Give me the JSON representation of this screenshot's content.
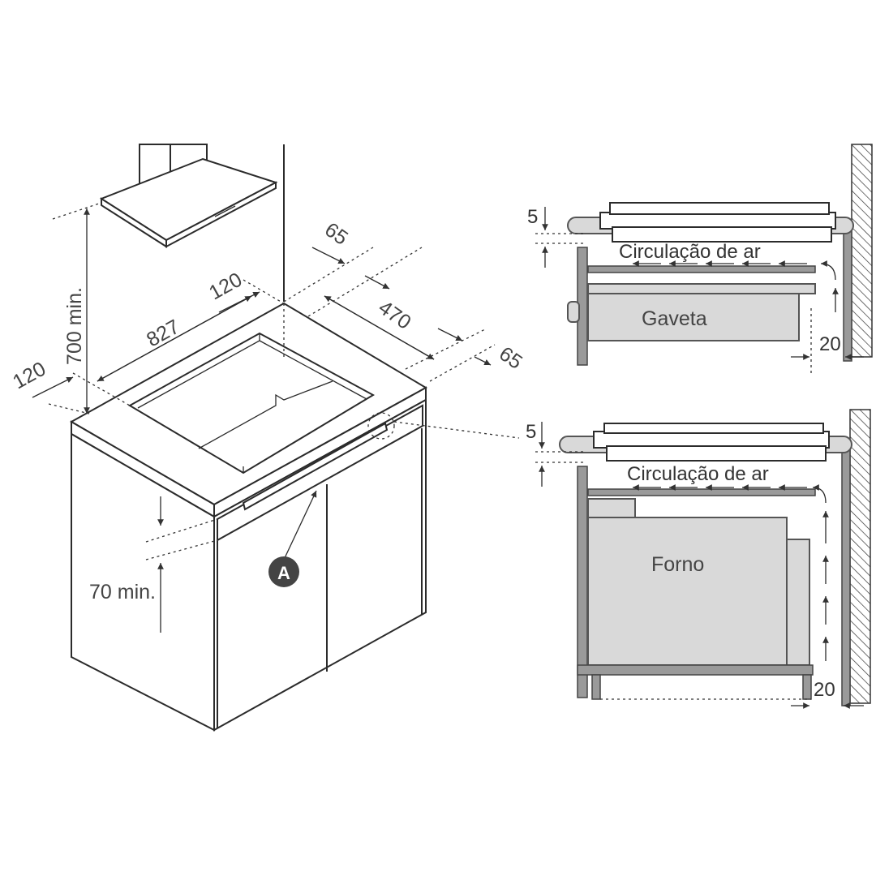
{
  "installation_diagram": {
    "dimensions": {
      "hood_height": "700 min.",
      "cutout_width": "827",
      "margin_back": "120",
      "margin_left": "120",
      "margin_top_right": "65",
      "margin_bottom_right": "65",
      "cutout_depth": "470",
      "drawer_gap": "70 min."
    },
    "callout": "A"
  },
  "drawer_section": {
    "gap_top": "5",
    "airflow_label": "Circulação de ar",
    "unit_label": "Gaveta",
    "gap_wall": "20"
  },
  "oven_section": {
    "gap_top": "5",
    "airflow_label": "Circulação de ar",
    "unit_label": "Forno",
    "gap_wall": "20"
  }
}
